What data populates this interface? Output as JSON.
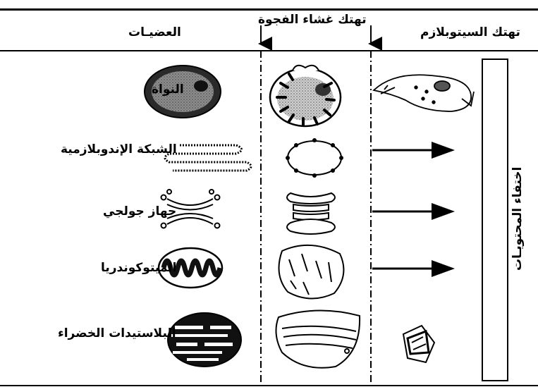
{
  "headers": {
    "organelles": "العضيـات",
    "tonoplast_rupture": "تهتك غشاء الفجوة",
    "cytoplasm_rupture": "تهتك السيتوبلازم"
  },
  "organelles": [
    {
      "label": "النواة"
    },
    {
      "label": "الشبكة الإندوبلازمية"
    },
    {
      "label": "جهاز جولجي"
    },
    {
      "label": "الميتوكوندريا"
    },
    {
      "label": "البلاستيدات الخضراء"
    }
  ],
  "side_label": "اختفاء المحتويـات"
}
